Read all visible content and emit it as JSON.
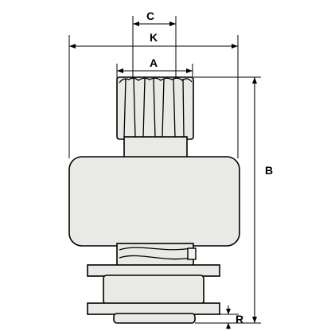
{
  "drawing": {
    "labels": {
      "c": "C",
      "k": "K",
      "a": "A",
      "b": "B",
      "r": "R"
    }
  }
}
